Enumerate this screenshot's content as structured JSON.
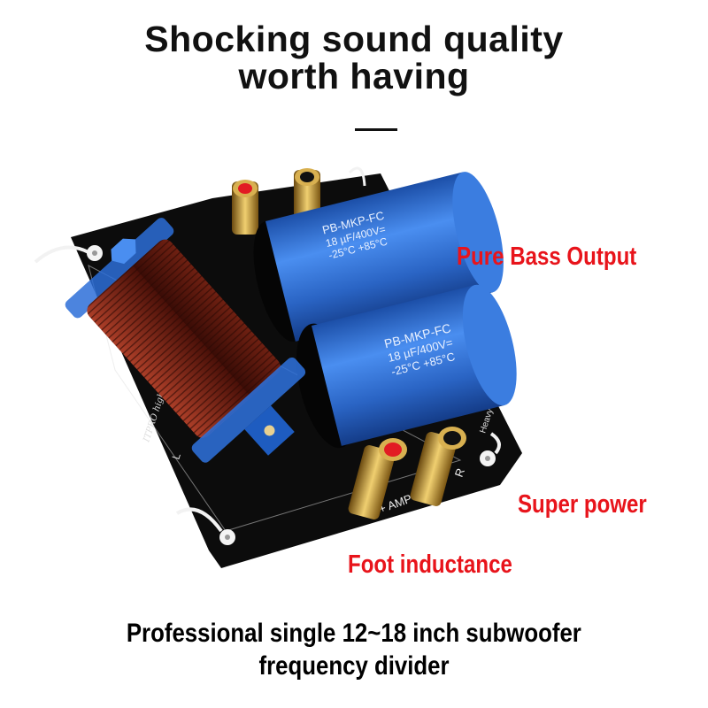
{
  "headline": {
    "line1": "Shocking sound quality",
    "line2": "worth having"
  },
  "callouts": {
    "bass": "Pure Bass Output",
    "power": "Super power",
    "inductance": "Foot inductance"
  },
  "caption": {
    "line1": "Professional single 12~18 inch subwoofer",
    "line2": "frequency divider"
  },
  "product": {
    "capacitor_label": [
      "PB-MKP-FC",
      "18 µF/400V=",
      "-25°C +85°C"
    ],
    "board_text": "ITPRO high quality audio inductor",
    "terminal_label": "+ AMP IN –",
    "channel_r": "R",
    "channel_l": "L",
    "board_text_right": "Heavy"
  },
  "colors": {
    "accent_red": "#e8141b",
    "capacitor_blue": "#2f6fd0",
    "coil_copper": "#8a2a1a",
    "board": "#0c0c0c"
  }
}
